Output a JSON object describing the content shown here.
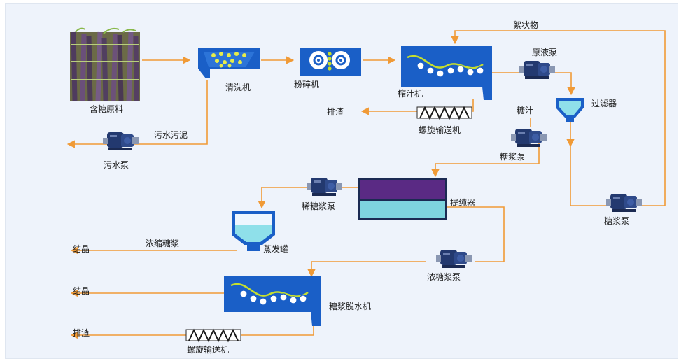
{
  "labels": {
    "raw_material": "含糖原料",
    "washer": "清洗机",
    "crusher": "粉碎机",
    "juicer": "榨汁机",
    "wastewater_sludge": "污水污泥",
    "sewage_pump": "污水泵",
    "slag_1": "排渣",
    "screw_conveyor_1": "螺旋输送机",
    "fiber_matter": "絮状物",
    "raw_liquid_pump": "原液泵",
    "filter": "过滤器",
    "sugar_juice": "糖汁",
    "syrup_pump_a": "糖浆泵",
    "syrup_pump_b": "糖浆泵",
    "dilute_syrup_pump": "稀糖浆泵",
    "purifier": "提纯器",
    "concentrated_syrup": "浓缩糖浆",
    "evaporator": "蒸发罐",
    "crystallization_1": "结晶",
    "thick_syrup_pump": "浓糖浆泵",
    "crystallization_2": "结晶",
    "syrup_dewatering": "糖浆脱水机",
    "slag_2": "排渣",
    "screw_conveyor_2": "螺旋输送机"
  },
  "colors": {
    "background": "#eef3fb",
    "flow_arrow": "#f09a36",
    "machine_blue": "#1a5fc7",
    "pump_blue": "#23396f",
    "purifier_top": "#5a2a84",
    "purifier_bottom": "#7ed4de",
    "liquid_cyan": "#8fe0ea",
    "rotor_green": "#c6df2e",
    "wash_dots": "#e6ec4a"
  }
}
